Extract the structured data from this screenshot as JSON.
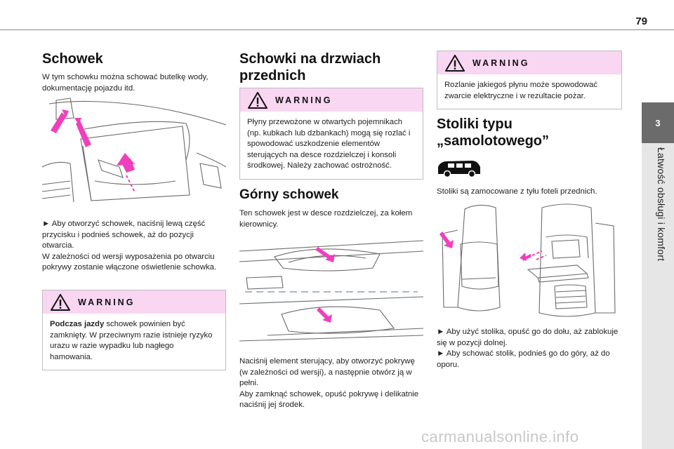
{
  "page": {
    "number": "79"
  },
  "side_tab": {
    "chapter": "3",
    "title": "Łatwość obsługi i komfort"
  },
  "col1": {
    "title": "Schowek",
    "intro": "W tym schowku można schować butelkę wody, dokumentację pojazdu itd.",
    "steps": [
      "► Aby otworzyć schowek, naciśnij lewą część przycisku i podnieś schowek, aż do pozycji otwarcia.",
      "W zależności od wersji wyposażenia po otwarciu pokrywy zostanie włączone oświetlenie schowka."
    ],
    "warning": {
      "label": "WARNING",
      "bold": "Podczas jazdy",
      "rest": " schowek powinien być zamknięty. W przeciwnym razie istnieje ryzyko urazu w razie wypadku lub nagłego hamowania."
    }
  },
  "col2": {
    "title_line1": "Schowki na drzwiach",
    "title_line2": "przednich",
    "warning": {
      "label": "WARNING",
      "text": "Płyny przewożone w otwartych pojemnikach (np. kubkach lub dzbankach) mogą się rozlać i spowodować uszkodzenie elementów sterujących na desce rozdzielczej i konsoli środkowej. Należy zachować ostrożność."
    },
    "subtitle": "Górny schowek",
    "intro": "Ten schowek jest w desce rozdzielczej, za kołem kierownicy.",
    "steps": [
      "Naciśnij element sterujący, aby otworzyć pokrywę (w zależności od wersji), a następnie otwórz ją w pełni.",
      "Aby zamknąć schowek, opuść pokrywę i delikatnie naciśnij jej środek."
    ]
  },
  "col3": {
    "warning": {
      "label": "WARNING",
      "text": "Rozlanie jakiegoś płynu może spowodować zwarcie elektryczne i w rezultacie pożar."
    },
    "title_line1": "Stoliki typu",
    "title_line2": "„samolotowego”",
    "intro": "Stoliki są zamocowane z tyłu foteli przednich.",
    "steps": [
      "► Aby użyć stolika, opuść go do dołu, aż zablokuje się w pozycji dolnej.",
      "► Aby schować stolik, podnieś go do góry, aż do oporu."
    ]
  },
  "colors": {
    "warning_bg": "#f9d6f2",
    "arrow": "#ef3fbd",
    "tab": "#6b6b6b",
    "band": "#e6e6e6"
  },
  "icons": {
    "warning": "warning-triangle-icon",
    "vehicle": "van-silhouette-icon"
  },
  "watermark": {
    "text": "carmanualsonline.info"
  }
}
